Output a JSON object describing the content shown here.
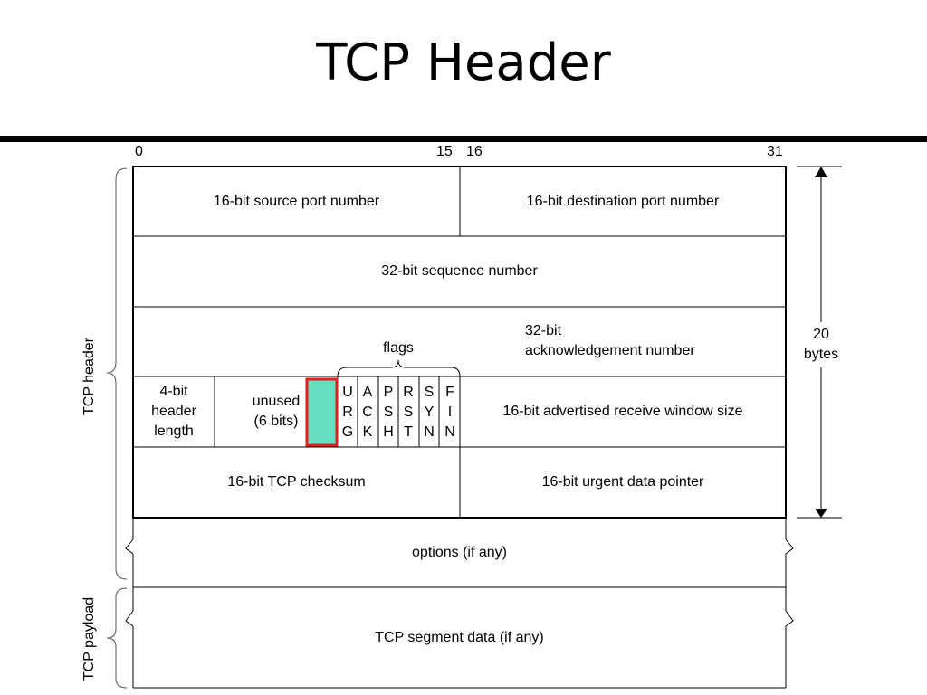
{
  "title": "TCP Header",
  "bit_numbers": {
    "b0": "0",
    "b15": "15",
    "b16": "16",
    "b31": "31"
  },
  "rows": {
    "source_port": "16-bit source port number",
    "dest_port": "16-bit destination port number",
    "sequence": "32-bit sequence number",
    "ack_line1": "32-bit",
    "ack_line2": "acknowledgement number",
    "header_length": [
      "4-bit",
      "header",
      "length"
    ],
    "unused": [
      "unused",
      "(6 bits)"
    ],
    "flags_label": "flags",
    "flags": [
      [
        "U",
        "R",
        "G"
      ],
      [
        "A",
        "C",
        "K"
      ],
      [
        "P",
        "S",
        "H"
      ],
      [
        "R",
        "S",
        "T"
      ],
      [
        "S",
        "Y",
        "N"
      ],
      [
        "F",
        "I",
        "N"
      ]
    ],
    "window": "16-bit advertised receive window size",
    "checksum": "16-bit TCP checksum",
    "urgent": "16-bit urgent data pointer",
    "options": "options (if any)",
    "payload": "TCP segment data (if any)"
  },
  "side_labels": {
    "header": "TCP header",
    "payload": "TCP payload",
    "size": [
      "20",
      "bytes"
    ]
  },
  "colors": {
    "highlight_fill": "#66e0c0",
    "highlight_border": "#e02020"
  }
}
